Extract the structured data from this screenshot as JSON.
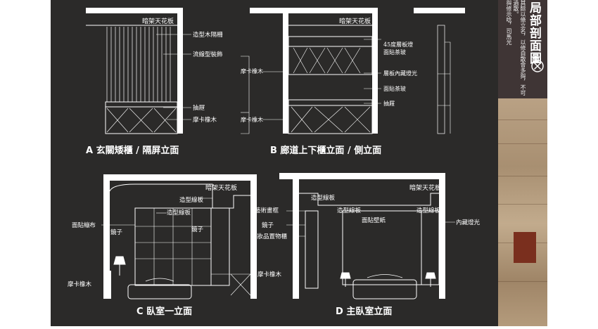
{
  "sidebar": {
    "title": "局部剖面圖",
    "description_lines": [
      "其餘以條立名，以修自散會多與，不可過散。",
      "與修示唸，司馬光"
    ]
  },
  "panels": {
    "a": {
      "caption": "A 玄關矮櫃 / 隔屏立面",
      "labels": [
        "暗架天花板",
        "造型木隔柵",
        "流線型裝飾",
        "抽屜",
        "摩卡橡木"
      ]
    },
    "b": {
      "caption": "B 廊道上下櫃立面 / 側立面",
      "labels": [
        "暗架天花板",
        "45度層板燈",
        "面貼茶玻",
        "摩卡橡木",
        "層板內藏燈光",
        "面貼茶玻",
        "抽屜",
        "摩卡橡木"
      ]
    },
    "c": {
      "caption": "C 臥室一立面",
      "labels": [
        "暗架天花板",
        "造型線板",
        "造型線板",
        "面貼繃布",
        "鏡子",
        "鏡子",
        "摩卡橡木",
        "摩卡橡木"
      ]
    },
    "d": {
      "caption": "D 主臥室立面",
      "labels": [
        "暗架天花板",
        "造型線板",
        "藝術畫框",
        "造型線板",
        "造型線板",
        "面貼壁紙",
        "內藏燈光",
        "鏡子",
        "化妝品置物櫃"
      ]
    }
  }
}
